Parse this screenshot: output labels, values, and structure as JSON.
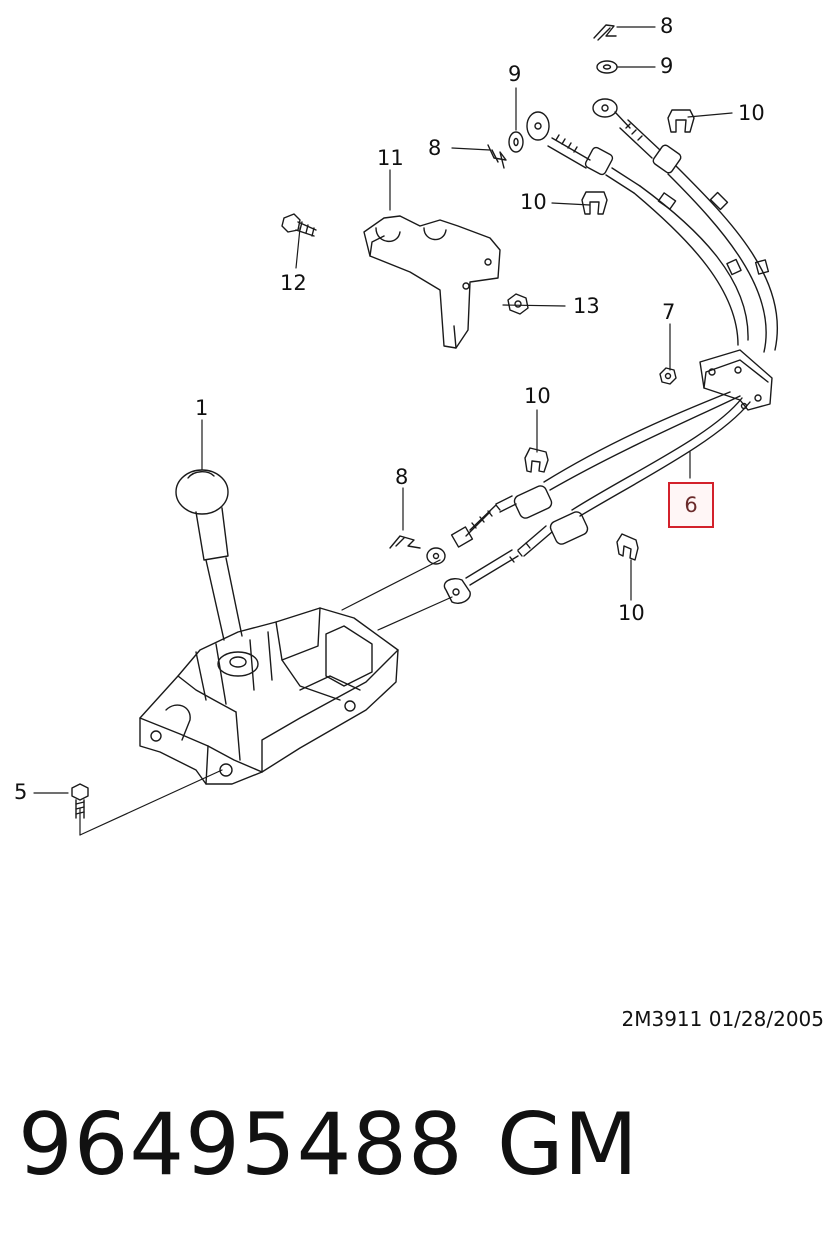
{
  "callouts": {
    "c8_top": "8",
    "c9_right": "9",
    "c10_top_right": "10",
    "c9_left": "9",
    "c8_left": "8",
    "c11": "11",
    "c10_mid": "10",
    "c12": "12",
    "c13": "13",
    "c7": "7",
    "c1": "1",
    "c10_lower": "10",
    "c8_lower": "8",
    "c6": "6",
    "c10_bottom": "10",
    "c5": "5"
  },
  "highlight_color": "#d3212b",
  "drawing_code": "2M3911  01/28/2005",
  "part_number": "96495488",
  "brand": "GM"
}
